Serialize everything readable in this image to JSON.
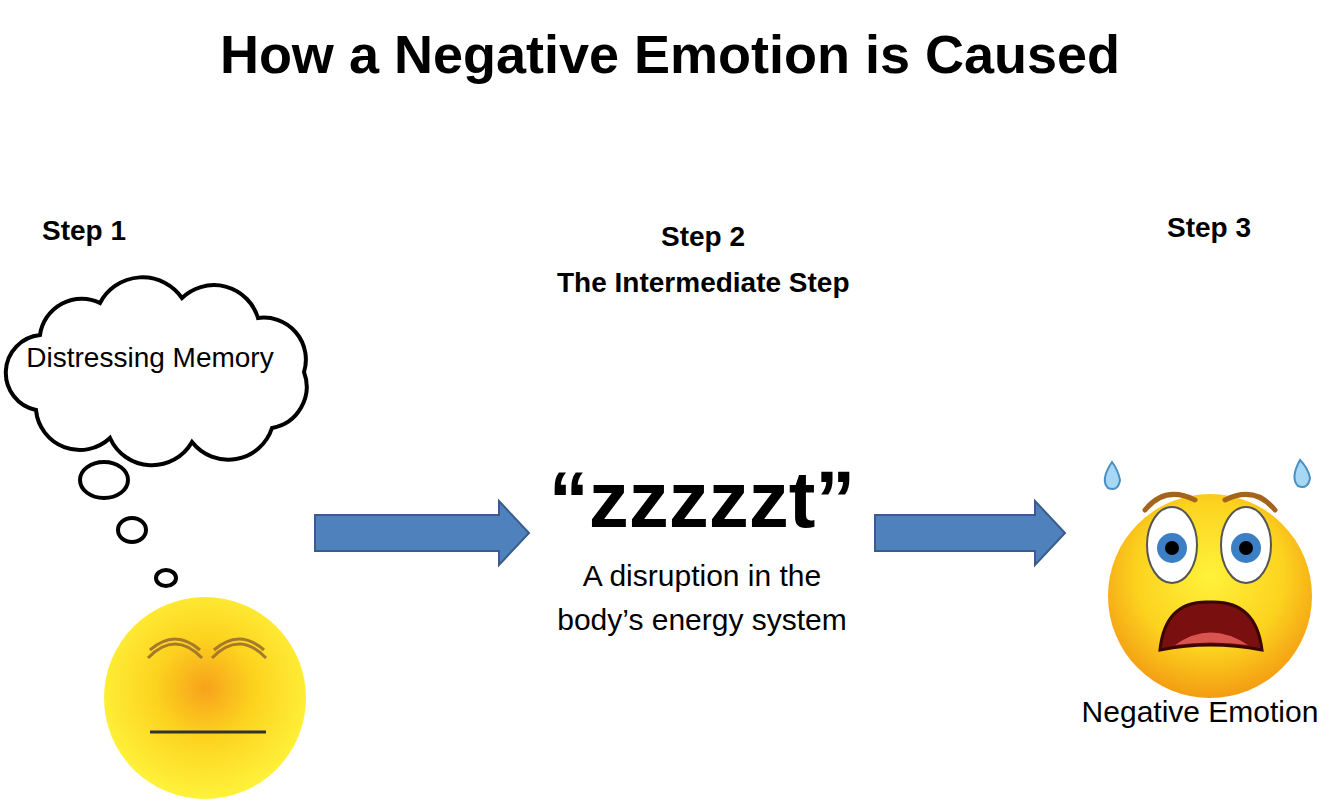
{
  "diagram": {
    "title": "How a Negative Emotion is Caused",
    "nodes": [
      {
        "text": [
          "Distressing Memory"
        ]
      },
      {
        "text": [
          "“zzzzzt”",
          "A disruption in the body’s energy system"
        ]
      },
      {
        "text": [
          "Negative Emotion"
        ]
      }
    ],
    "edges": [
      {
        "from": 0,
        "to": 1,
        "arrow": "to"
      },
      {
        "from": 1,
        "to": 2,
        "arrow": "to"
      }
    ],
    "labels": [
      "Step 1",
      "Step 2",
      "The Intermediate Step",
      "Step 3"
    ]
  }
}
